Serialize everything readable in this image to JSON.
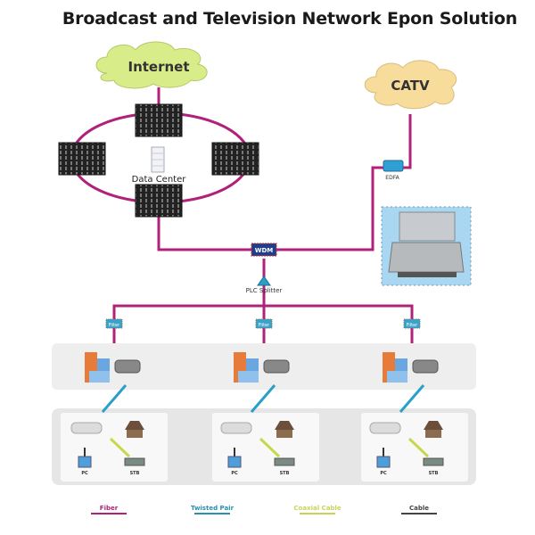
{
  "title": "Broadcast and Television Network Epon Solution",
  "clouds": {
    "internet": "Internet",
    "catv": "CATV"
  },
  "data_center": {
    "label": "Data Center",
    "olt_count": 4
  },
  "devices": {
    "edfa": "EDFA",
    "wdm": "WDM",
    "splitter": "PLC Splitter",
    "filter": "Filter"
  },
  "branches": [
    {
      "filter": "Filter",
      "pc": "PC",
      "stb": "STB"
    },
    {
      "filter": "Filter",
      "pc": "PC",
      "stb": "STB"
    },
    {
      "filter": "Filter",
      "pc": "PC",
      "stb": "STB"
    }
  ],
  "legend": [
    {
      "label": "Fiber",
      "color": "#b0227a"
    },
    {
      "label": "Twisted Pair",
      "color": "#2a8fb0"
    },
    {
      "label": "Coaxial Cable",
      "color": "#c9d35a"
    },
    {
      "label": "Cable",
      "color": "#444444"
    }
  ],
  "colors": {
    "fiber": "#b0227a",
    "twisted_pair": "#2a9fc7",
    "coax": "#c8d84a",
    "internet_cloud": "#d9ec8a",
    "catv_cloud": "#f7dc9c"
  }
}
